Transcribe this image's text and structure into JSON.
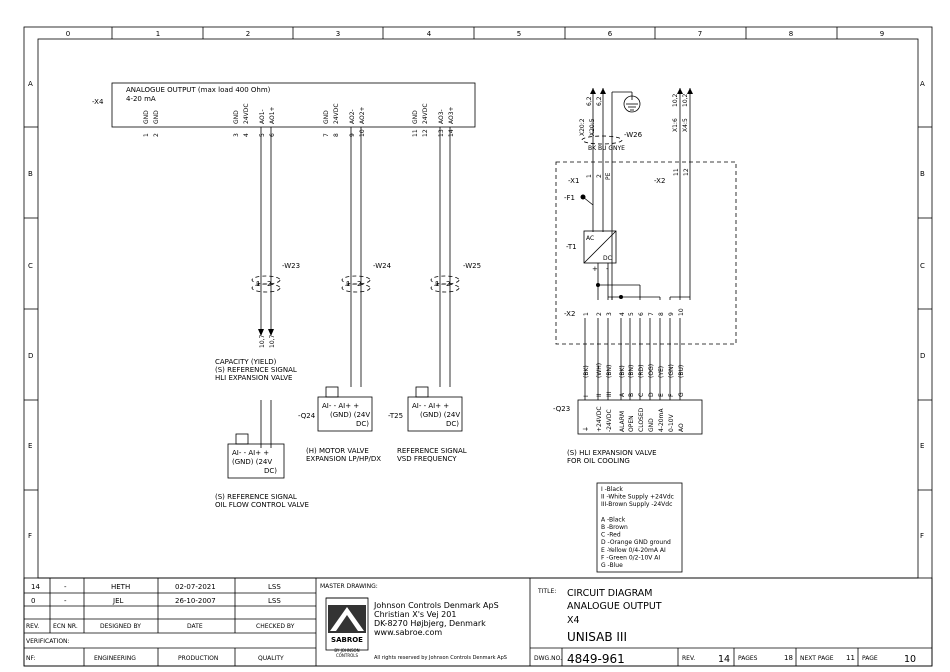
{
  "frame": {
    "columns": [
      "0",
      "1",
      "2",
      "3",
      "4",
      "5",
      "6",
      "7",
      "8",
      "9"
    ],
    "rows": [
      "A",
      "B",
      "C",
      "D",
      "E",
      "F"
    ]
  },
  "x4": {
    "tag": "-X4",
    "title": "ANALOGUE OUTPUT (max load 400 Ohm)",
    "subtitle": "4-20 mA",
    "pins": [
      {
        "label": "GND",
        "num": "1"
      },
      {
        "label": "GND",
        "num": "2"
      },
      {
        "label": "GND",
        "num": "3"
      },
      {
        "label": "24VDC",
        "num": "4"
      },
      {
        "label": "AO1-",
        "num": "5"
      },
      {
        "label": "AO1+",
        "num": "6"
      },
      {
        "label": "GND",
        "num": "7"
      },
      {
        "label": "24VDC",
        "num": "8"
      },
      {
        "label": "AO2-",
        "num": "9"
      },
      {
        "label": "AO2+",
        "num": "10"
      },
      {
        "label": "GND",
        "num": "11"
      },
      {
        "label": "24VDC",
        "num": "12"
      },
      {
        "label": "AO3-",
        "num": "13"
      },
      {
        "label": "AO3+",
        "num": "14"
      }
    ]
  },
  "cables": {
    "w23": {
      "tag": "-W23",
      "c1": "1",
      "c2": "2"
    },
    "w24": {
      "tag": "-W24",
      "c1": "1",
      "c2": "2"
    },
    "w25": {
      "tag": "-W25",
      "c1": "1",
      "c2": "2"
    },
    "w26": {
      "tag": "-W26",
      "cores": "BK BU GNYE"
    }
  },
  "wire_refs": {
    "w23_a": "10,7",
    "w23_b": "10,7",
    "x20": [
      "X20:2",
      "X20:5"
    ],
    "x20_to": [
      "6,2",
      "6,2"
    ],
    "x1": [
      "X1:6",
      "X4:5"
    ],
    "x1_to": [
      "10,2",
      "10,2"
    ]
  },
  "devices": {
    "capacity": {
      "lines": [
        "CAPACITY (YIELD)",
        "(S) REFERENCE SIGNAL",
        "HLI EXPANSION VALVE"
      ]
    },
    "oilflow": {
      "pins": "AI- - AI+ +",
      "sub1": "(GND) (24V",
      "sub2": "DC)",
      "lines": [
        "(S) REFERENCE SIGNAL",
        "OIL FLOW CONTROL VALVE"
      ]
    },
    "q24": {
      "tag": "-Q24",
      "pins": "AI- - AI+ +",
      "sub1": "(GND) (24V",
      "sub2": "DC)",
      "lines": [
        "(H) MOTOR VALVE",
        "EXPANSION LP/HP/DX"
      ]
    },
    "t25": {
      "tag": "-T25",
      "pins": "AI- - AI+ +",
      "sub1": "(GND) (24V",
      "sub2": "DC)",
      "lines": [
        "REFERENCE SIGNAL",
        "VSD FREQUENCY"
      ]
    }
  },
  "power": {
    "x1_tag": "-X1",
    "x1_pins": [
      "1",
      "2",
      "PE"
    ],
    "f1_tag": "-F1",
    "t1_tag": "-T1",
    "t1_ac": "AC",
    "t1_dc": "DC",
    "t1_plus": "+",
    "t1_minus": "-",
    "x2_tag_top": "-X2",
    "x2_top_pins": [
      "11",
      "12"
    ],
    "x2_tag": "-X2",
    "x2_pins": [
      "1",
      "2",
      "3",
      "4",
      "5",
      "6",
      "7",
      "8",
      "9",
      "10"
    ]
  },
  "q23": {
    "tag": "-Q23",
    "wire_colors": [
      "(BK)",
      "(WH)",
      "(BN)",
      "(BK)",
      "(BN)",
      "(RD)",
      "(OG)",
      "(YE)",
      "(GN)",
      "(BU)"
    ],
    "pin_letters": [
      "I",
      "II",
      "III",
      "A",
      "B",
      "C",
      "D",
      "E",
      "F",
      "G"
    ],
    "signals": [
      "⏚",
      "+24VDC",
      "-24VDC",
      "ALARM",
      "OPEN",
      "CLOSED",
      "GND",
      "4-20mA",
      "0-10V",
      "AO"
    ],
    "lines": [
      "(S) HLI EXPANSION VALVE",
      "FOR OIL COOLING"
    ]
  },
  "legend": [
    "I  -Black",
    "II -White   Supply +24Vdc",
    "III-Brown   Supply -24Vdc",
    "",
    "A -Black",
    "B -Brown",
    "C -Red",
    "D -Orange GND ground",
    "E -Yellow 0/4-20mA AI",
    "F -Green  0/2-10V AI",
    "G -Blue"
  ],
  "title_block": {
    "revisions": [
      {
        "rev": "14",
        "ecn": "-",
        "by": "HETH",
        "date": "02-07-2021",
        "checked": "LSS"
      },
      {
        "rev": "0",
        "ecn": "-",
        "by": "JEL",
        "date": "26-10-2007",
        "checked": "LSS"
      }
    ],
    "headers": {
      "rev": "REV.",
      "ecn": "ECN NR.",
      "by": "DESIGNED BY",
      "date": "DATE",
      "checked": "CHECKED BY"
    },
    "verification": "VERIFICATION:",
    "footer": {
      "nf": "NF:",
      "eng": "ENGINEERING",
      "prod": "PRODUCTION",
      "qual": "QUALITY"
    },
    "master": "MASTER DRAWING:",
    "logo_text": "SABROE",
    "logo_sub": [
      "BY JOHNSON",
      "CONTROLS"
    ],
    "company": [
      "Johnson Controls Denmark ApS",
      "Christian X's Vej 201",
      "DK-8270 Højbjerg, Denmark",
      "www.sabroe.com"
    ],
    "rights": "All rights reserved by Johnson Controls Denmark ApS",
    "title_label": "TITLE:",
    "title_lines": [
      "CIRCUIT DIAGRAM",
      "ANALOGUE OUTPUT",
      "X4",
      "UNISAB III"
    ],
    "dwg_label": "DWG.NO.",
    "dwg_no": "4849-961",
    "rev_label": "REV.",
    "rev_value": "14",
    "pages_label": "PAGES",
    "pages_value": "18",
    "next_label": "NEXT PAGE",
    "next_value": "11",
    "page_label": "PAGE",
    "page_value": "10"
  }
}
